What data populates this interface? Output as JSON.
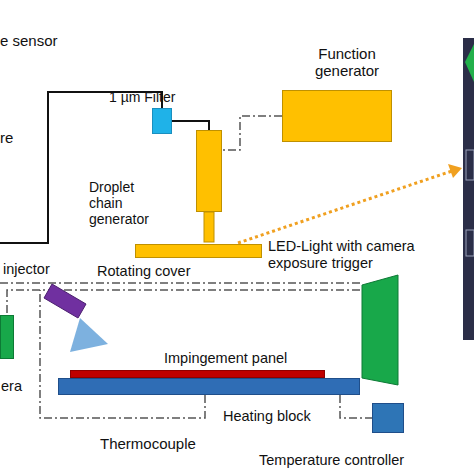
{
  "diagram": {
    "nodes": [
      {
        "text": [
          "Function generator"
        ]
      },
      {
        "text": [
          "1 µm Filter"
        ]
      },
      {
        "text": [
          "Droplet chain generator"
        ]
      },
      {
        "text": [
          "Rotating cover"
        ]
      },
      {
        "text": [
          "injector"
        ]
      },
      {
        "text": [
          "LED-Light with camera exposure trigger"
        ]
      },
      {
        "text": [
          "era"
        ]
      },
      {
        "text": [
          "Impingement panel"
        ]
      },
      {
        "text": [
          "Heating block"
        ]
      },
      {
        "text": [
          "Temperature controller"
        ]
      }
    ],
    "edges": [
      {
        "from": 1,
        "to": 2,
        "arrow": "none"
      },
      {
        "from": 0,
        "to": 2,
        "arrow": "none"
      },
      {
        "from": 5,
        "to": 6,
        "arrow": "none"
      },
      {
        "from": 8,
        "to": 9,
        "arrow": "none"
      }
    ],
    "labels": [
      "e sensor",
      "re",
      "Thermocouple"
    ]
  }
}
